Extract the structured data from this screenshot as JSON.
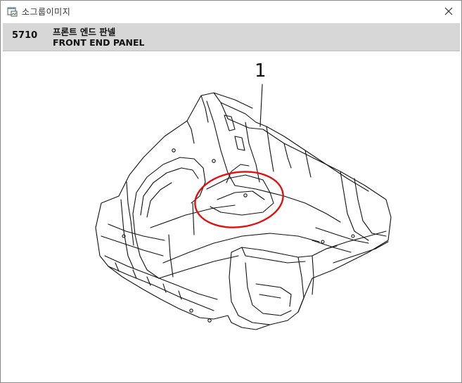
{
  "window": {
    "title": "소그룹이미지",
    "app_icon": "window-image-icon",
    "close_icon": "close-icon"
  },
  "header": {
    "part_number": "5710",
    "part_name_ko": "프론트 엔드 판넬",
    "part_name_en": "FRONT END PANEL"
  },
  "diagram": {
    "callouts": [
      {
        "label": "1"
      }
    ],
    "highlight_color": "#e01010",
    "line_color": "#111111"
  }
}
